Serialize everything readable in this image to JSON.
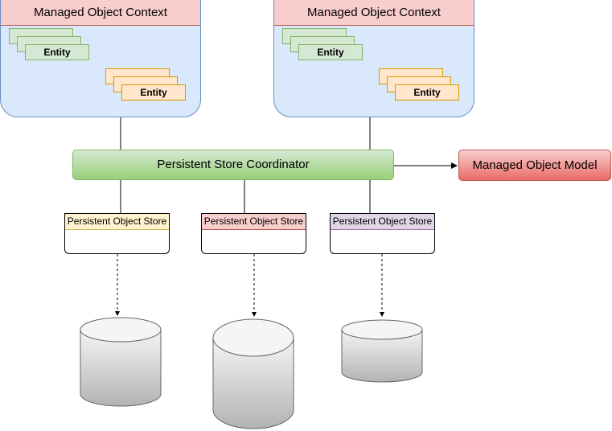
{
  "contexts": [
    {
      "title": "Managed Object Context",
      "entity_green": "Entity",
      "entity_orange": "Entity"
    },
    {
      "title": "Managed Object Context",
      "entity_green": "Entity",
      "entity_orange": "Entity"
    }
  ],
  "coordinator": {
    "label": "Persistent Store Coordinator"
  },
  "model": {
    "label": "Managed Object Model"
  },
  "stores": [
    {
      "label": "Persistent Object Store",
      "color": "#fff2cc"
    },
    {
      "label": "Persistent Object Store",
      "color": "#f8cecc"
    },
    {
      "label": "Persistent Object Store",
      "color": "#e1d5e7"
    }
  ]
}
